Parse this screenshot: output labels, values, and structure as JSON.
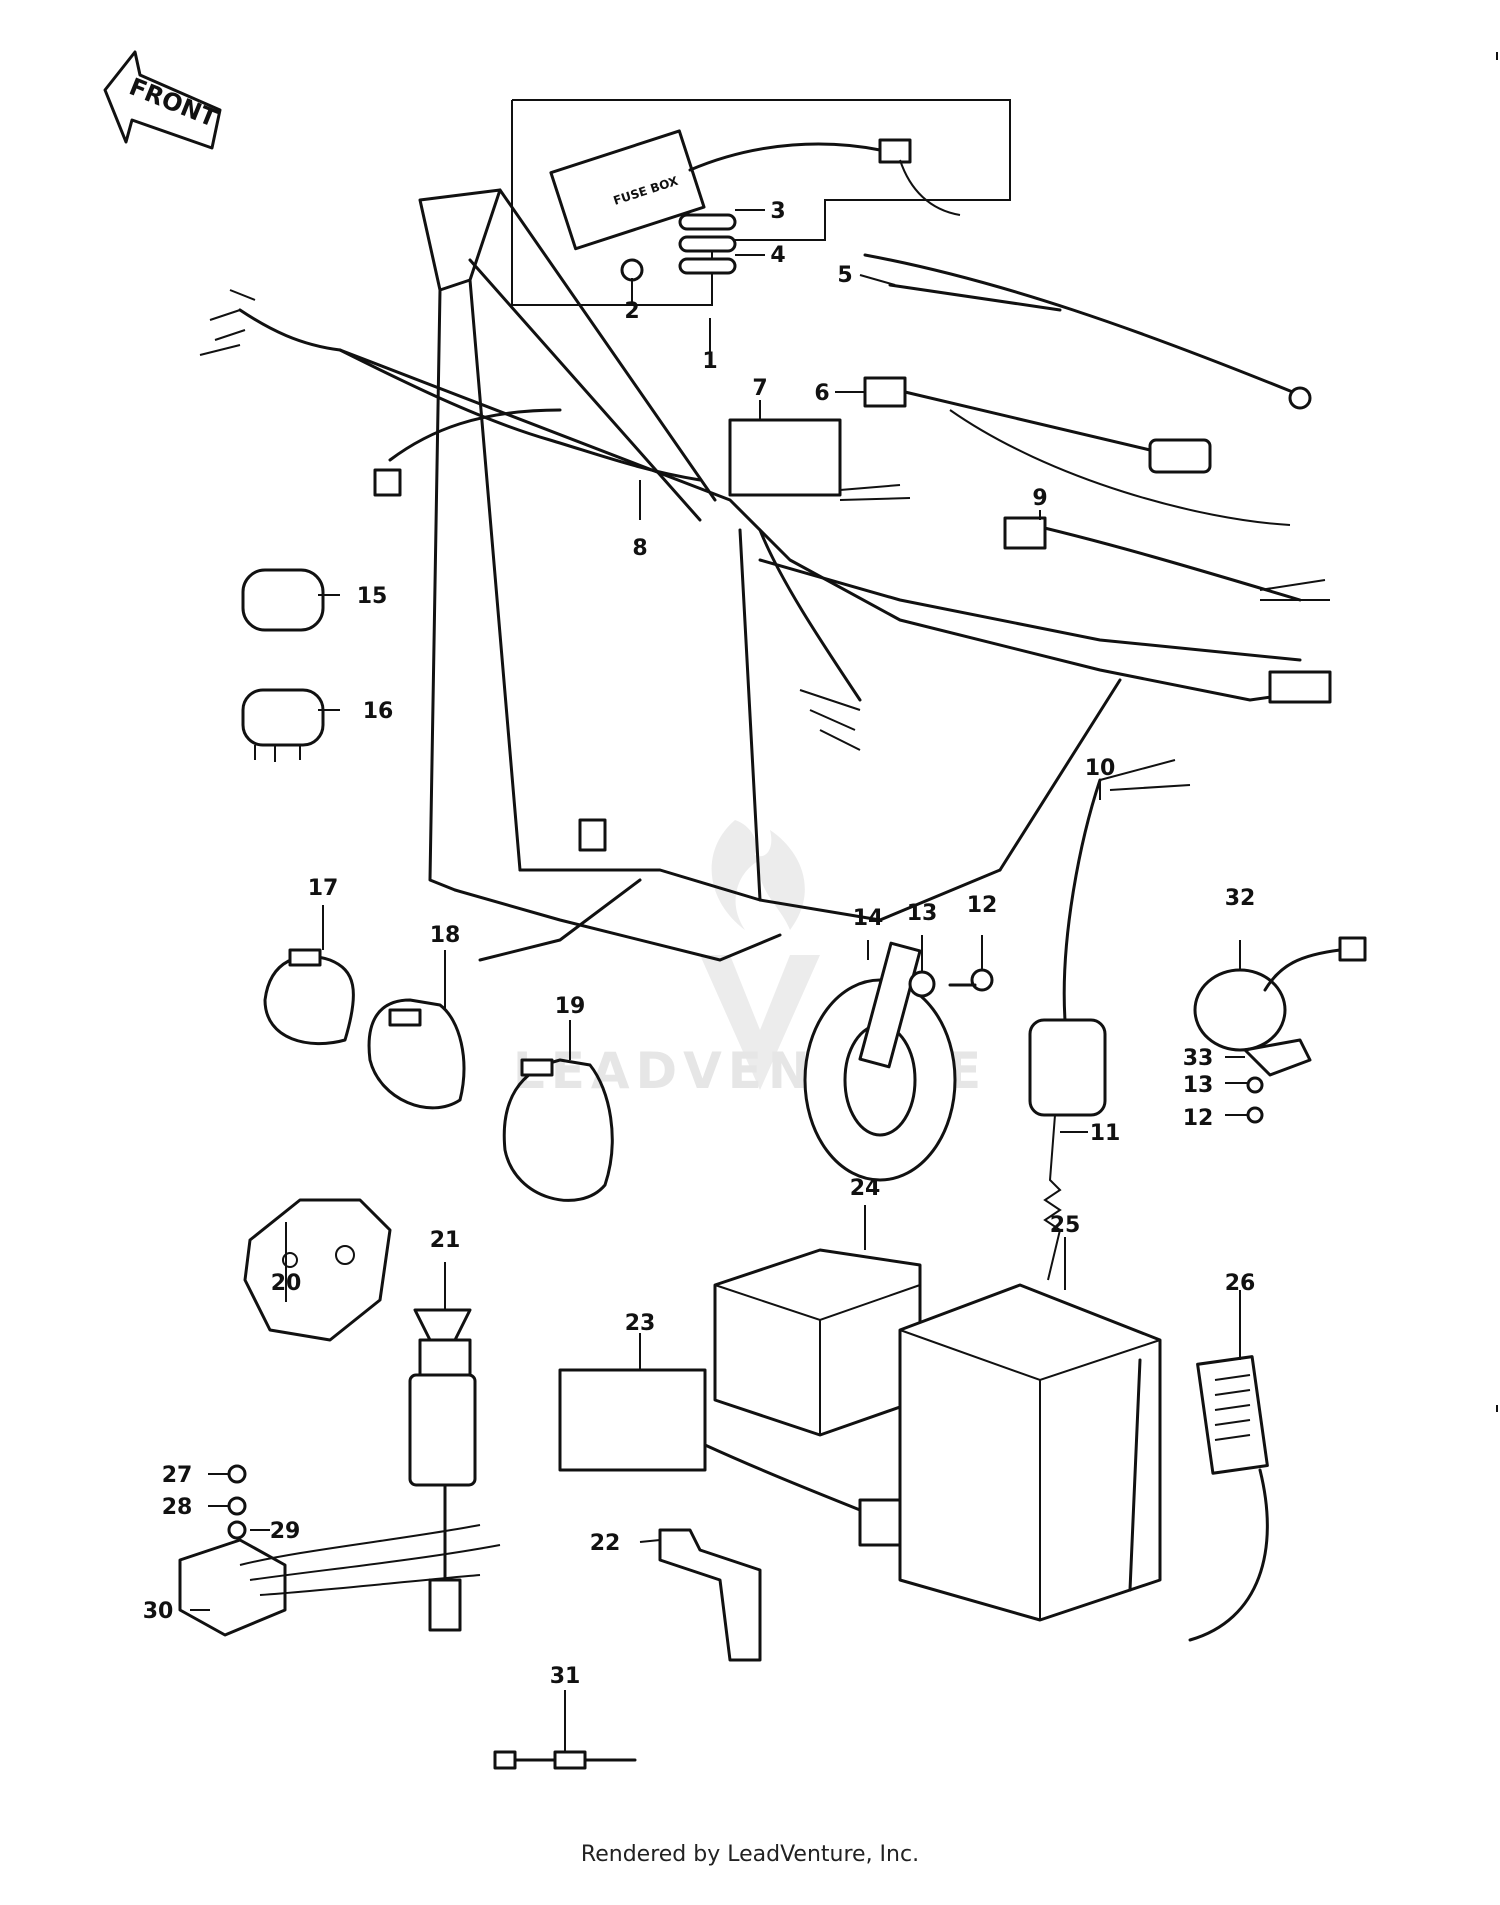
{
  "front_arrow": {
    "label": "FRONT"
  },
  "fuse_box_text": "FUSE BOX",
  "watermark": "LEADVENTURE",
  "callouts": [
    "1",
    "2",
    "3",
    "4",
    "5",
    "6",
    "7",
    "8",
    "9",
    "10",
    "11",
    "12",
    "12",
    "13",
    "13",
    "14",
    "15",
    "16",
    "17",
    "18",
    "19",
    "20",
    "21",
    "22",
    "23",
    "24",
    "25",
    "26",
    "27",
    "28",
    "29",
    "30",
    "31",
    "32",
    "33"
  ],
  "footer": {
    "text": "Rendered by LeadVenture, Inc."
  }
}
